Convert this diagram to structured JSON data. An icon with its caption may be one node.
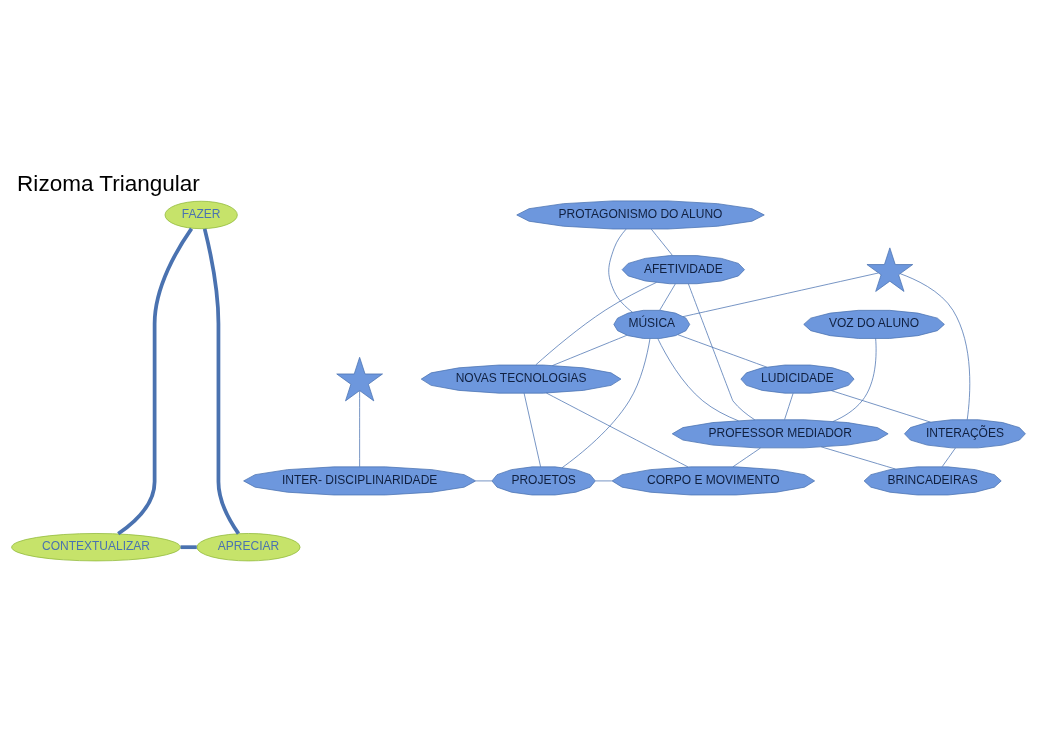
{
  "diagram": {
    "title": "Rizoma Triangular",
    "nodes": [
      {
        "text": [
          "FAZER"
        ]
      },
      {
        "text": [
          "CONTEXTUALIZAR"
        ]
      },
      {
        "text": [
          "APRECIAR"
        ]
      },
      {
        "text": [
          "PROTAGONISMO DO ALUNO"
        ]
      },
      {
        "text": [
          "AFETIVIDADE"
        ]
      },
      {
        "text": [],
        "shape": "star"
      },
      {
        "text": [
          "VOZ DO ALUNO"
        ]
      },
      {
        "text": [
          "MÚSICA"
        ]
      },
      {
        "text": [
          "LUDICIDADE"
        ]
      },
      {
        "text": [
          "NOVAS TECNOLOGIAS"
        ]
      },
      {
        "text": [
          "PROFESSOR MEDIADOR"
        ]
      },
      {
        "text": [],
        "shape": "star"
      },
      {
        "text": [
          "INTERAÇÕES"
        ]
      },
      {
        "text": [
          "INTER- DISCIPLINARIDADE"
        ]
      },
      {
        "text": [
          "PROJETOS"
        ]
      },
      {
        "text": [
          "CORPO E MOVIMENTO"
        ]
      },
      {
        "text": [
          "BRINCADEIRAS"
        ]
      }
    ],
    "edges": [
      {
        "from": 0,
        "to": 1,
        "arrow": "none",
        "style": "thick"
      },
      {
        "from": 0,
        "to": 2,
        "arrow": "none",
        "style": "thick"
      },
      {
        "from": 1,
        "to": 2,
        "arrow": "none",
        "style": "thick"
      },
      {
        "from": 3,
        "to": 4,
        "arrow": "none"
      },
      {
        "from": 3,
        "to": 7,
        "arrow": "none"
      },
      {
        "from": 4,
        "to": 7,
        "arrow": "none"
      },
      {
        "from": 4,
        "to": 9,
        "arrow": "none"
      },
      {
        "from": 4,
        "to": 10,
        "arrow": "none"
      },
      {
        "from": 5,
        "to": 7,
        "arrow": "none"
      },
      {
        "from": 5,
        "to": 12,
        "arrow": "none"
      },
      {
        "from": 6,
        "to": 10,
        "arrow": "none"
      },
      {
        "from": 7,
        "to": 9,
        "arrow": "none"
      },
      {
        "from": 7,
        "to": 10,
        "arrow": "none"
      },
      {
        "from": 7,
        "to": 14,
        "arrow": "none"
      },
      {
        "from": 7,
        "to": 8,
        "arrow": "none"
      },
      {
        "from": 8,
        "to": 10,
        "arrow": "none"
      },
      {
        "from": 8,
        "to": 12,
        "arrow": "none"
      },
      {
        "from": 9,
        "to": 14,
        "arrow": "none"
      },
      {
        "from": 9,
        "to": 15,
        "arrow": "none"
      },
      {
        "from": 11,
        "to": 13,
        "arrow": "none"
      },
      {
        "from": 10,
        "to": 15,
        "arrow": "none"
      },
      {
        "from": 10,
        "to": 16,
        "arrow": "none"
      },
      {
        "from": 12,
        "to": 16,
        "arrow": "none"
      },
      {
        "from": 13,
        "to": 14,
        "arrow": "none"
      },
      {
        "from": 14,
        "to": 15,
        "arrow": "none"
      }
    ]
  }
}
